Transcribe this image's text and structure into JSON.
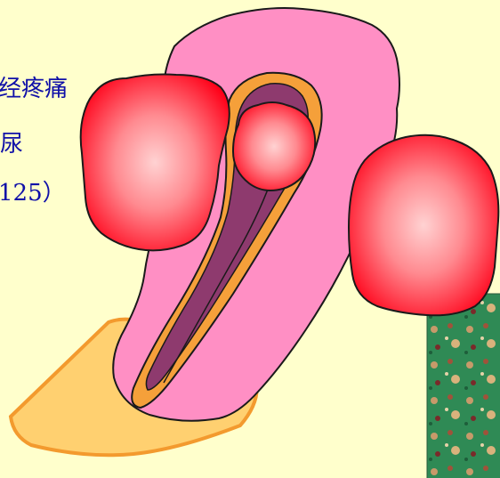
{
  "text": {
    "line1": "经疼痛",
    "line2": "尿",
    "line3": "125）"
  },
  "colors": {
    "background": "#FFFFCC",
    "text": "#1010A8",
    "uterus": "#FF8FC4",
    "endometrium": "#F5A03A",
    "cavity": "#8E3A6E",
    "vagina": "#FFD070",
    "mass_core": "#FFC8C8",
    "mass_edge": "#FF0018",
    "photo_green": "#2E8B57"
  }
}
